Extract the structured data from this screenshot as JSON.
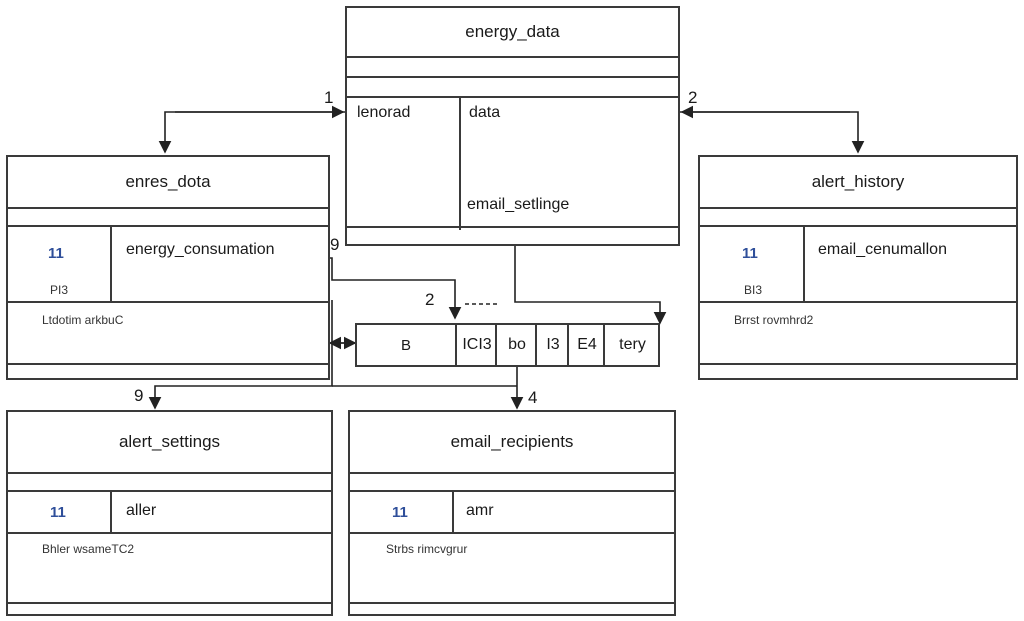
{
  "tables": {
    "energy_data": {
      "title": "energy_data",
      "col1": "lenorad",
      "col2": "data",
      "field": "email_setlinge"
    },
    "enres_data": {
      "title": "enres_dota",
      "key": "11",
      "keysub": "PI3",
      "field": "energy_consumation",
      "note": "Ltdotim arkbuC"
    },
    "alert_history": {
      "title": "alert_history",
      "key": "11",
      "keysub": "BI3",
      "field": "email_cenumallon",
      "note": "Brrst rovmhrd2"
    },
    "alert_settings": {
      "title": "alert_settings",
      "key": "11",
      "field": "aller",
      "note": "Bhler wsameTC2"
    },
    "email_recipients": {
      "title": "email_recipients",
      "key": "11",
      "field": "amr",
      "note": "Strbs rimcvgrur"
    }
  },
  "junction": {
    "cells": [
      "B",
      "ICI3",
      "bo",
      "I3",
      "E4",
      "tery"
    ]
  },
  "labels": {
    "n1": "1",
    "n2_top": "2",
    "n9_mid": "9",
    "n2_mid": "2",
    "n9_bottom": "9",
    "n4": "4"
  }
}
